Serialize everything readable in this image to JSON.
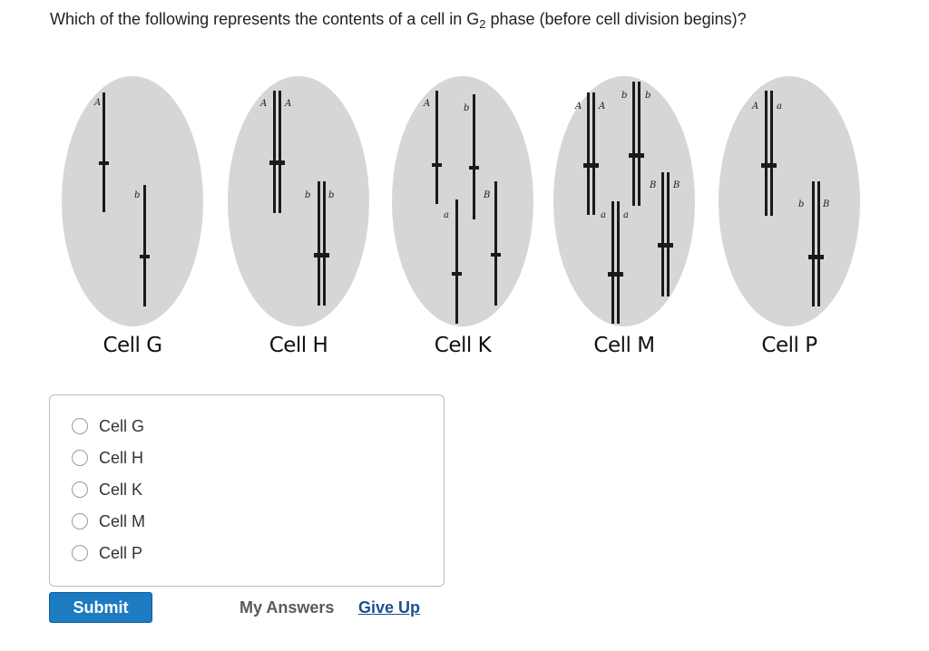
{
  "question": {
    "prefix": "Which of the following represents the contents of a cell in G",
    "subscript": "2",
    "suffix": " phase (before cell division begins)?"
  },
  "figure": {
    "cells": [
      {
        "label": "Cell G",
        "allele_labels": [
          "A",
          "b"
        ]
      },
      {
        "label": "Cell H",
        "allele_labels": [
          "A",
          "A",
          "b",
          "b"
        ]
      },
      {
        "label": "Cell K",
        "allele_labels": [
          "A",
          "b",
          "a",
          "B"
        ]
      },
      {
        "label": "Cell M",
        "allele_labels": [
          "A",
          "A",
          "b",
          "b",
          "a",
          "a",
          "B",
          "B"
        ]
      },
      {
        "label": "Cell P",
        "allele_labels": [
          "A",
          "a",
          "b",
          "B"
        ]
      }
    ],
    "colors": {
      "cell_fill": "#d6d6d6",
      "chromosome": "#1a1a1a"
    }
  },
  "options": [
    {
      "label": "Cell G"
    },
    {
      "label": "Cell H"
    },
    {
      "label": "Cell K"
    },
    {
      "label": "Cell M"
    },
    {
      "label": "Cell P"
    }
  ],
  "actions": {
    "submit_label": "Submit",
    "my_answers_label": "My Answers",
    "give_up_label": "Give Up"
  },
  "colors": {
    "submit_bg": "#1d7bc1",
    "link": "#1d4f91"
  }
}
